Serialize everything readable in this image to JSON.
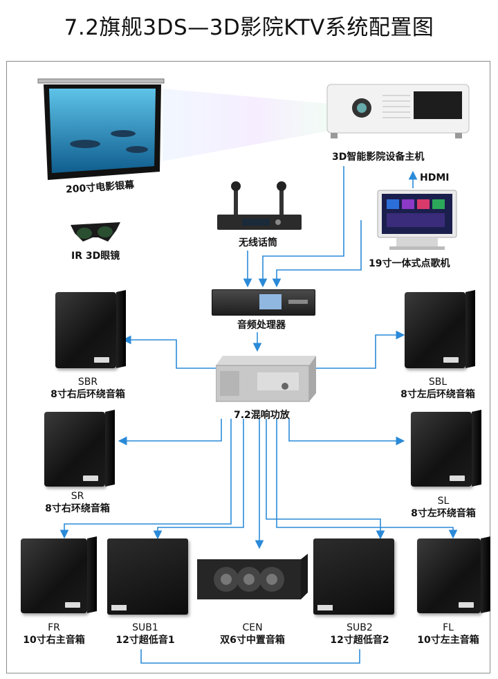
{
  "title": "7.2旗舰3DS—3D影院KTV系统配置图",
  "devices": {
    "screen": {
      "label": "200寸电影银幕"
    },
    "projector": {
      "label": "3D智能影院设备主机"
    },
    "hdmi": {
      "label": "HDMI"
    },
    "microphone": {
      "label": "无线话筒"
    },
    "jukebox": {
      "label": "19寸一体式点歌机"
    },
    "glasses": {
      "label": "IR  3D眼镜"
    },
    "processor": {
      "label": "音频处理器"
    },
    "amplifier": {
      "label": "7.2混响功放"
    },
    "sbr": {
      "code": "SBR",
      "label": "8寸右后环绕音箱"
    },
    "sbl": {
      "code": "SBL",
      "label": "8寸左后环绕音箱"
    },
    "sr": {
      "code": "SR",
      "label": "8寸右环绕音箱"
    },
    "sl": {
      "code": "SL",
      "label": "8寸左环绕音箱"
    },
    "fr": {
      "code": "FR",
      "label": "10寸右主音箱"
    },
    "sub1": {
      "code": "SUB1",
      "label": "12寸超低音1"
    },
    "cen": {
      "code": "CEN",
      "label": "双6寸中置音箱"
    },
    "sub2": {
      "code": "SUB2",
      "label": "12寸超低音2"
    },
    "fl": {
      "code": "FL",
      "label": "10寸左主音箱"
    }
  },
  "colors": {
    "wire": "#2a8ad8",
    "frame": "#8a8a8a"
  }
}
